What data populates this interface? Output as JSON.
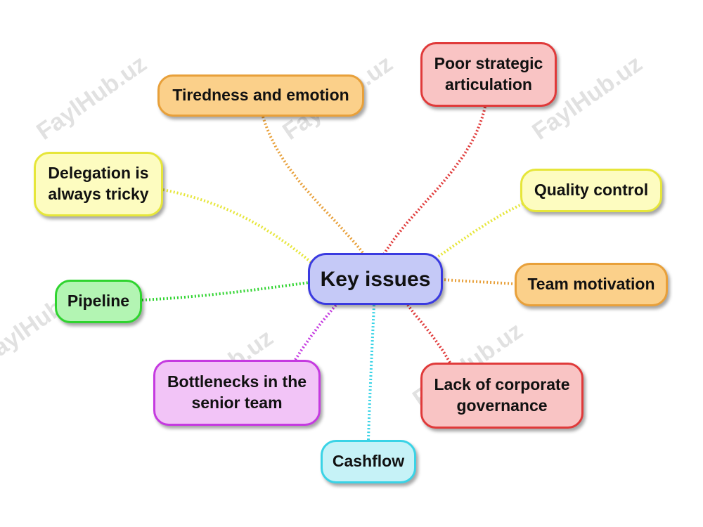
{
  "center": {
    "label": "Key issues",
    "fill": "#c5c9f7",
    "border": "#3a3ae0"
  },
  "nodes": [
    {
      "id": "tiredness",
      "label": "Tiredness and emotion",
      "fill": "#fbd08a",
      "border": "#e8a03a",
      "link_color": "#e8a03a"
    },
    {
      "id": "poor-strategic",
      "label": "Poor strategic\narticulation",
      "fill": "#f9c4c4",
      "border": "#e03a3a",
      "link_color": "#e03a3a"
    },
    {
      "id": "delegation",
      "label": "Delegation is\nalways tricky",
      "fill": "#fdfcc0",
      "border": "#e6e63a",
      "link_color": "#e6e63a"
    },
    {
      "id": "quality-control",
      "label": "Quality control",
      "fill": "#fdfcc0",
      "border": "#e6e63a",
      "link_color": "#e6e63a"
    },
    {
      "id": "team-motivation",
      "label": "Team motivation",
      "fill": "#fbd08a",
      "border": "#e8a03a",
      "link_color": "#e8a03a"
    },
    {
      "id": "pipeline",
      "label": "Pipeline",
      "fill": "#b3f5b3",
      "border": "#2fd42f",
      "link_color": "#2fd42f"
    },
    {
      "id": "bottlenecks",
      "label": "Bottlenecks in the\nsenior team",
      "fill": "#f2c4f7",
      "border": "#c53ae0",
      "link_color": "#c53ae0"
    },
    {
      "id": "lack-governance",
      "label": "Lack of corporate\ngovernance",
      "fill": "#f9c4c4",
      "border": "#e03a3a",
      "link_color": "#e03a3a"
    },
    {
      "id": "cashflow",
      "label": "Cashflow",
      "fill": "#c6f2f7",
      "border": "#3ad3e6",
      "link_color": "#3ad3e6"
    }
  ],
  "watermark": "FaylHub.uz"
}
